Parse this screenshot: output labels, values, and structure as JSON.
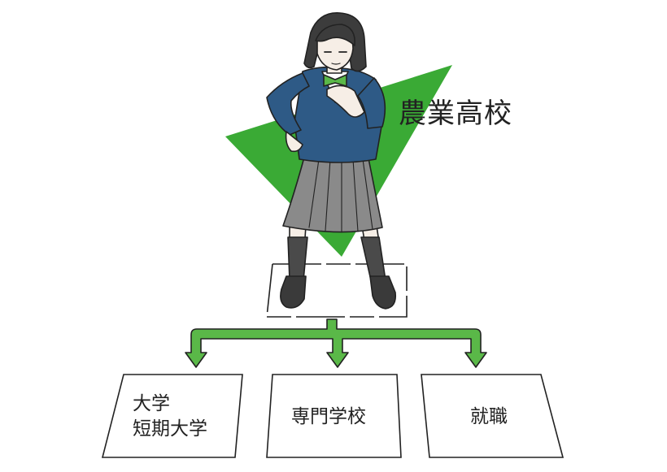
{
  "diagram": {
    "title": "農業高校",
    "options": [
      {
        "lines": [
          "大学",
          "短期大学"
        ]
      },
      {
        "lines": [
          "専門学校"
        ]
      },
      {
        "lines": [
          "就職"
        ]
      }
    ],
    "colors": {
      "accent_green": "#3aaa35",
      "arrow_green": "#5ab848",
      "outline": "#222222",
      "blazer": "#2e5a86",
      "skirt": "#8a8a8a",
      "hair": "#3c3c3c"
    }
  }
}
